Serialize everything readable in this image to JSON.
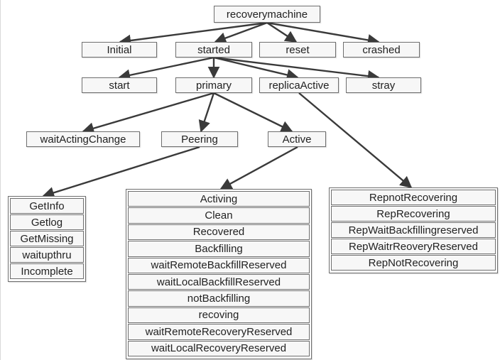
{
  "colors": {
    "edge": "#3a3a3a",
    "border": "#6e6e6e",
    "fill": "#f7f7f7"
  },
  "nodes": {
    "root": "recoverymachine",
    "initial": "Initial",
    "started": "started",
    "reset": "reset",
    "crashed": "crashed",
    "start": "start",
    "primary": "primary",
    "replica_active": "replicaActive",
    "stray": "stray",
    "wait_acting_change": "waitActingChange",
    "peering": "Peering",
    "active": "Active"
  },
  "peering_states": [
    "GetInfo",
    "Getlog",
    "GetMissing",
    "waitupthru",
    "Incomplete"
  ],
  "active_states": [
    "Activing",
    "Clean",
    "Recovered",
    "Backfilling",
    "waitRemoteBackfillReserved",
    "waitLocalBackfillReserved",
    "notBackfilling",
    "recoving",
    "waitRemoteRecoveryReserved",
    "waitLocalRecoveryReserved"
  ],
  "replica_states": [
    "RepnotRecovering",
    "RepRecovering",
    "RepWaitBackfillingreserved",
    "RepWaitrReoveryReserved",
    "RepNotRecovering"
  ]
}
